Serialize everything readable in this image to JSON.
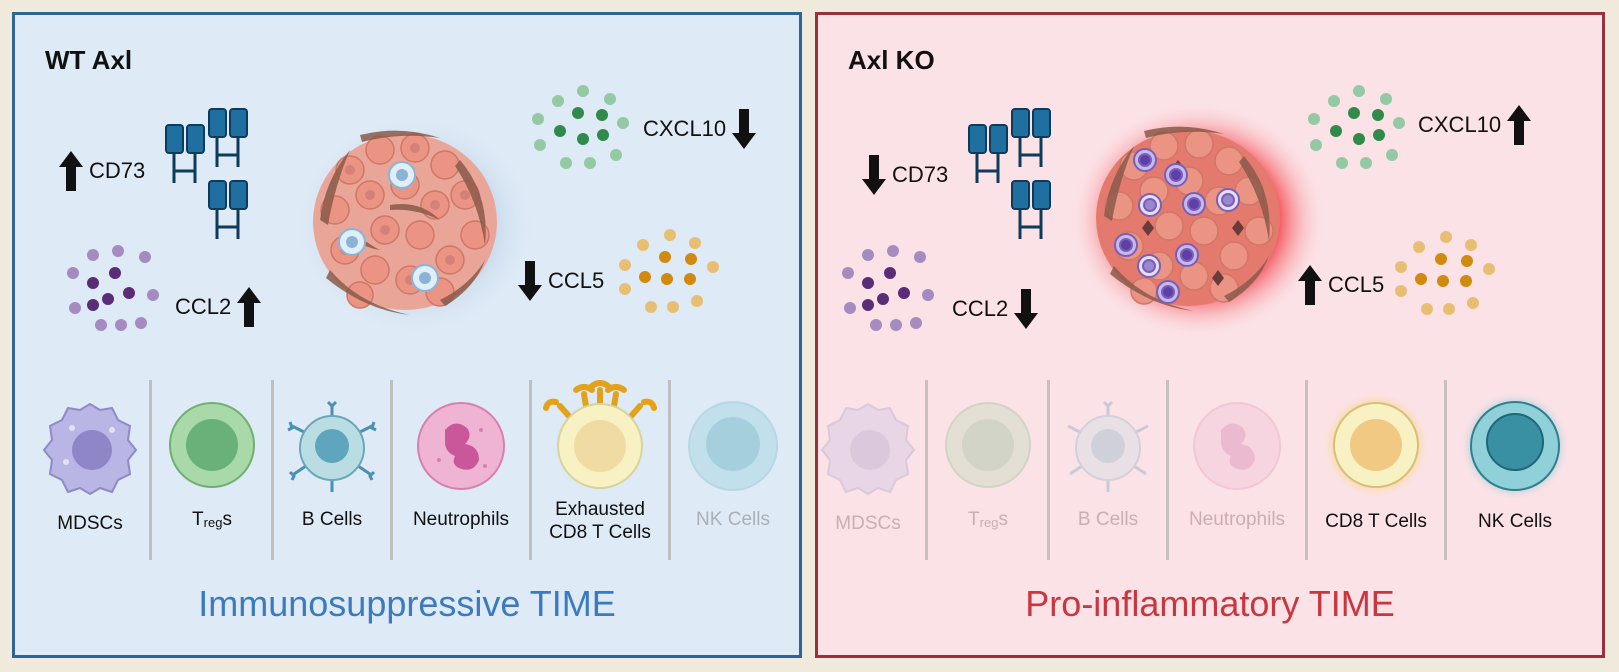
{
  "left": {
    "title": "WT Axl",
    "cd73": "CD73",
    "ccl2": "CCL2",
    "cxcl10": "CXCL10",
    "ccl5": "CCL5",
    "time": "Immunosuppressive TIME",
    "cells": {
      "mdscs": "MDSCs",
      "treg_t": "T",
      "treg_sub": "reg",
      "treg_s": "s",
      "bcells": "B Cells",
      "neutrophils": "Neutrophils",
      "exhausted_1": "Exhausted",
      "exhausted_2": "CD8 T Cells",
      "nk": "NK Cells"
    }
  },
  "right": {
    "title": "Axl KO",
    "cd73": "CD73",
    "ccl2": "CCL2",
    "cxcl10": "CXCL10",
    "ccl5": "CCL5",
    "time": "Pro-inflammatory TIME",
    "cells": {
      "mdscs": "MDSCs",
      "treg_t": "T",
      "treg_sub": "reg",
      "treg_s": "s",
      "bcells": "B Cells",
      "neutrophils": "Neutrophils",
      "cd8": "CD8 T Cells",
      "nk": "NK Cells"
    }
  },
  "colors": {
    "left_border": "#2f6496",
    "right_border": "#9a2f3e",
    "left_time": "#3a7bbf",
    "right_time": "#c9363f",
    "receptor": "#1f6fa0",
    "chemokine_green": "#3e9c5d",
    "chemokine_purple": "#7a4f93",
    "chemokine_orange": "#d9961f"
  },
  "icons": {
    "up": "arrow-up-icon",
    "down": "arrow-down-icon"
  }
}
